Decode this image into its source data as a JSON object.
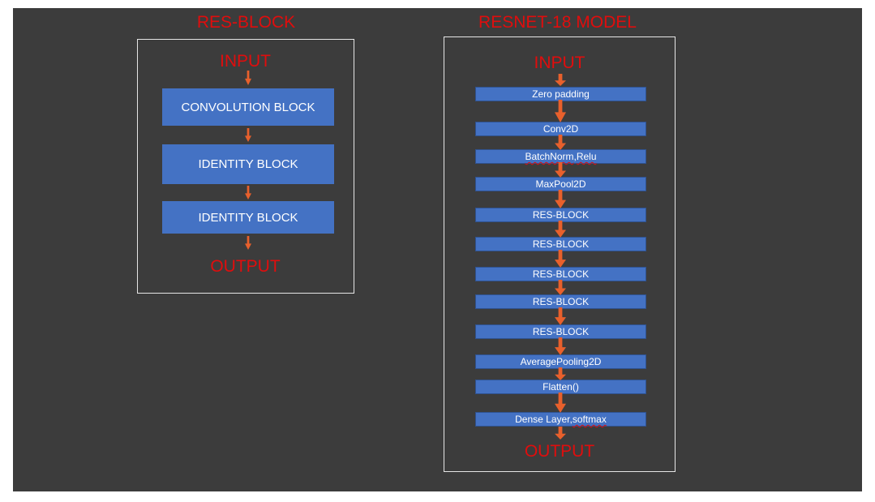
{
  "res_block": {
    "title": "RES-BLOCK",
    "input": "INPUT",
    "output": "OUTPUT",
    "blocks": [
      "CONVOLUTION BLOCK",
      "IDENTITY BLOCK",
      "IDENTITY BLOCK"
    ]
  },
  "resnet": {
    "title": "RESNET-18  MODEL",
    "input": "INPUT",
    "output": "OUTPUT",
    "layers": [
      "Zero padding",
      "Conv2D",
      "BatchNorm, Relu",
      "MaxPool2D",
      "RES-BLOCK",
      "RES-BLOCK",
      "RES-BLOCK",
      "RES-BLOCK",
      "RES-BLOCK",
      "AveragePooling2D",
      "Flatten()",
      "Dense Layer, softmax"
    ]
  },
  "colors": {
    "background": "#3c3c3c",
    "block": "#4472c4",
    "label": "#e00d0d",
    "arrow": "#e8602c"
  }
}
